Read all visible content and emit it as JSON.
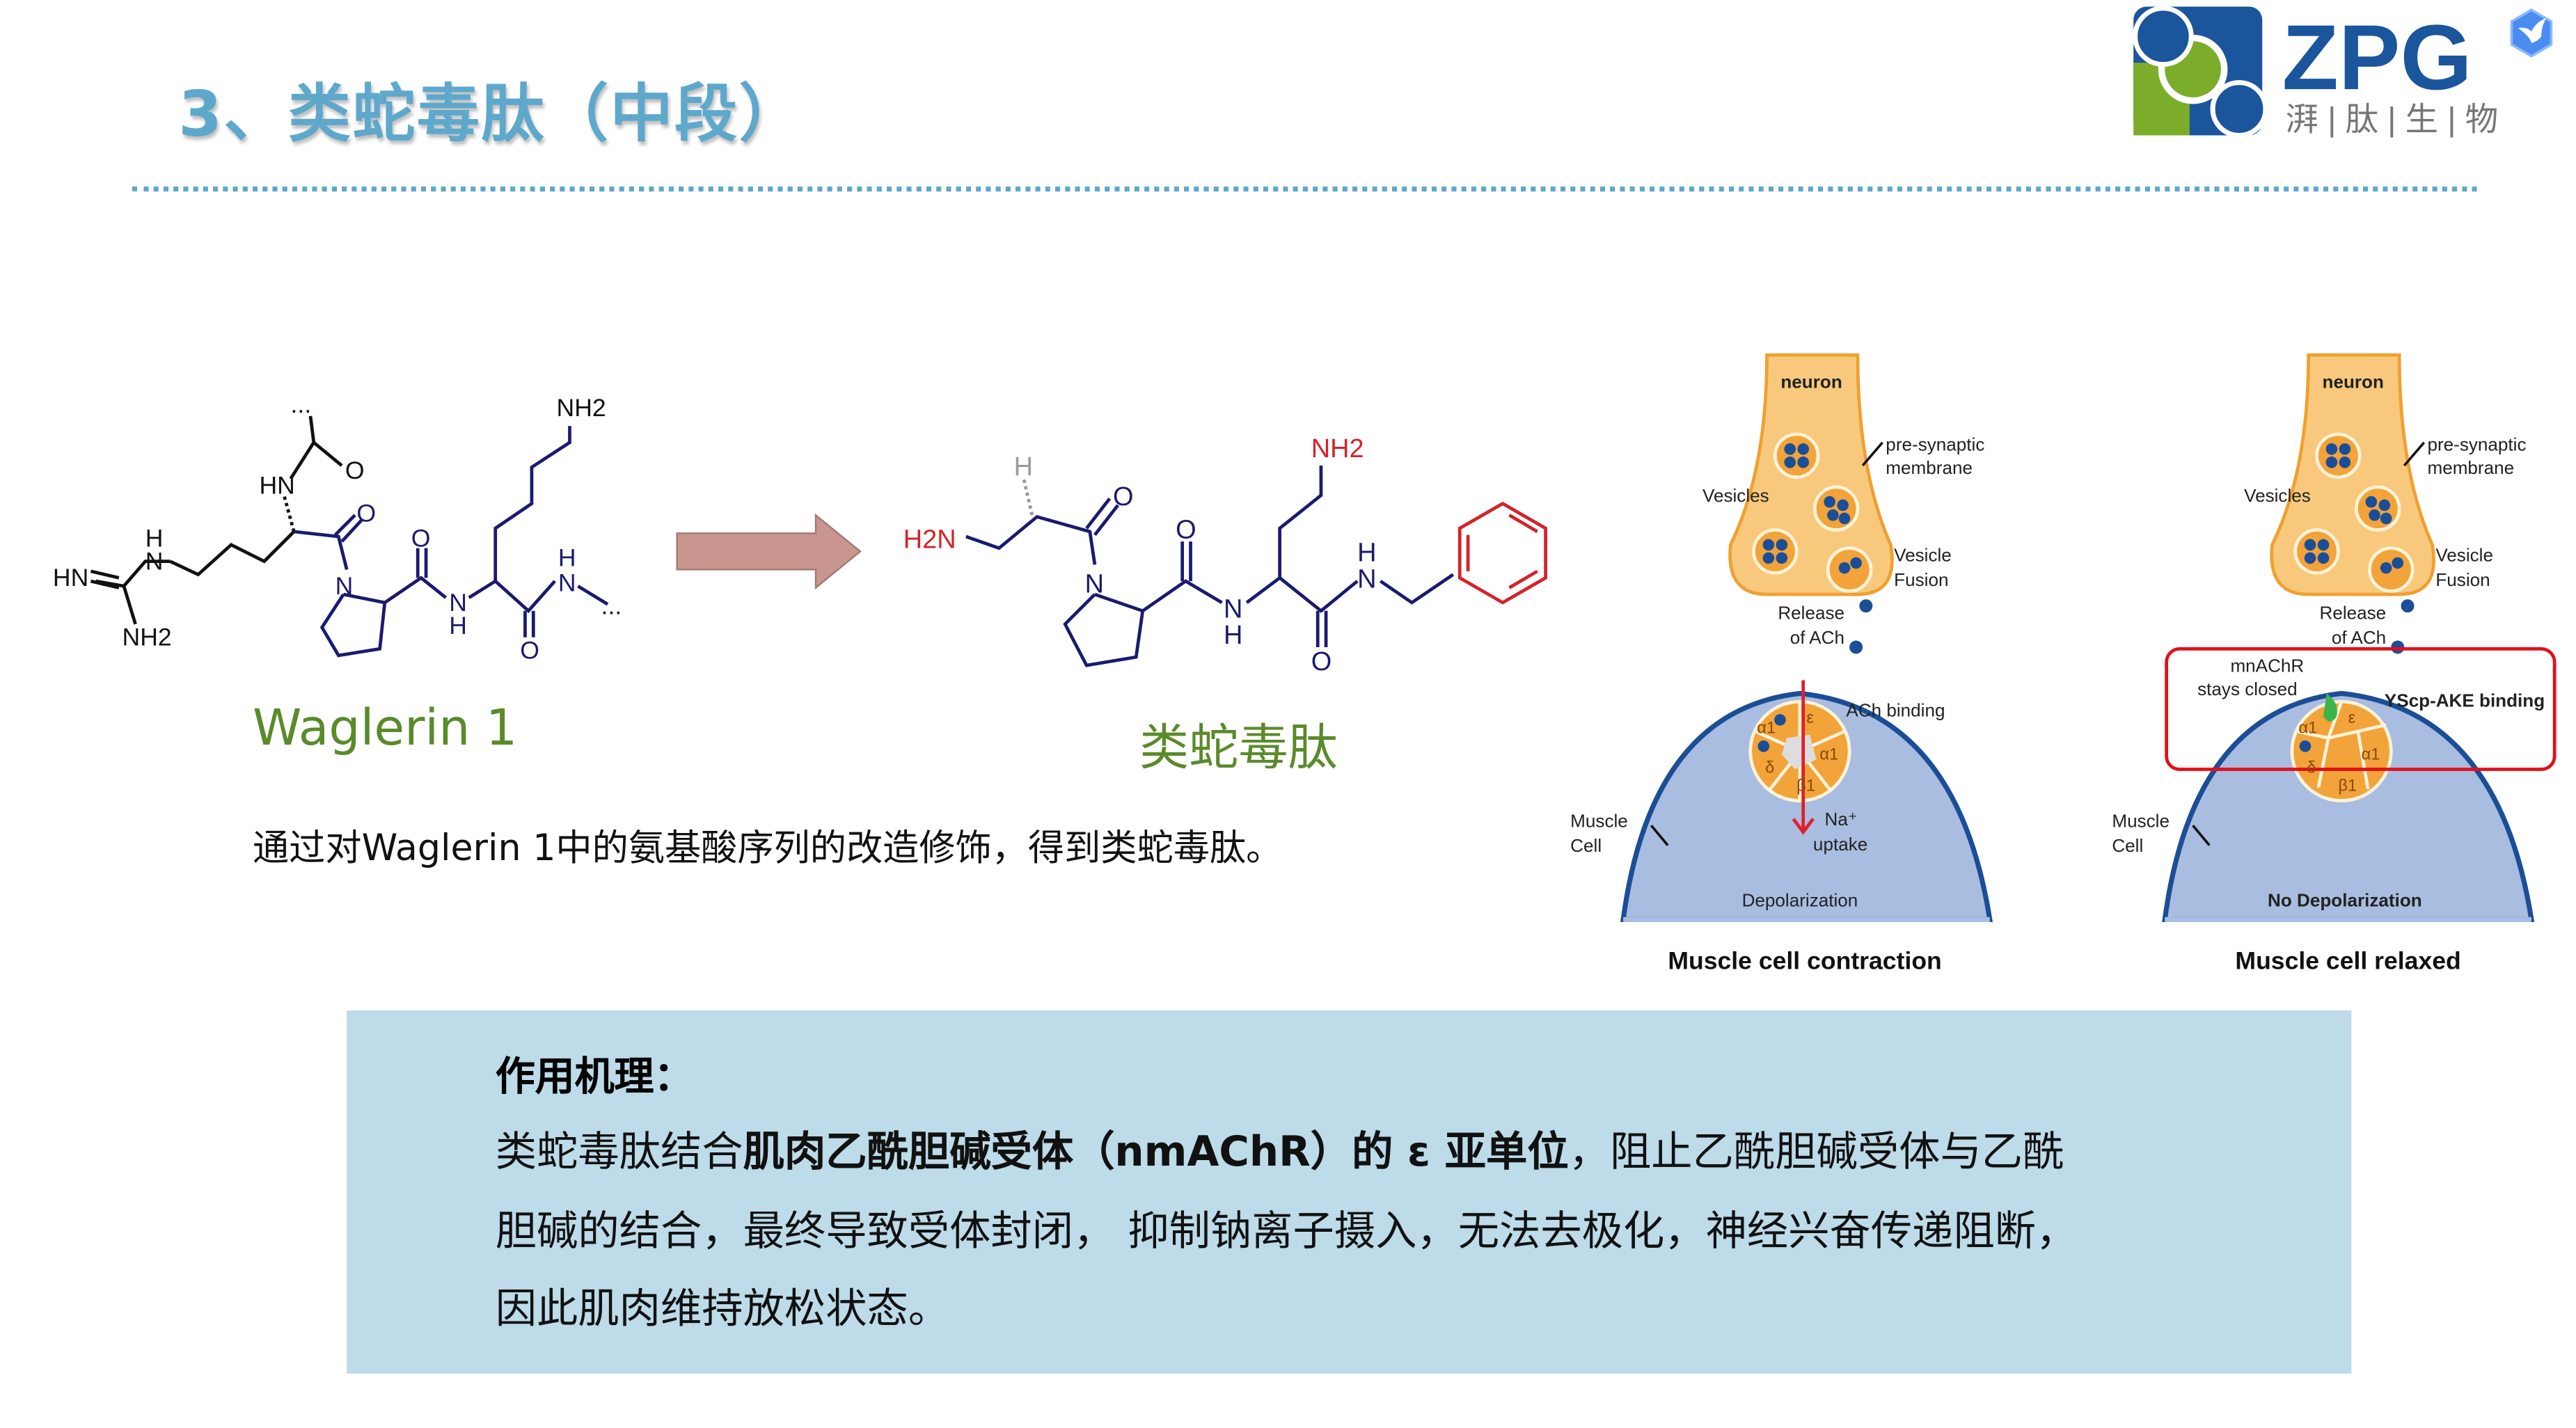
{
  "header": {
    "title": "3、类蛇毒肽（中段）",
    "logo": {
      "text": "ZPG",
      "subtitle": "湃 | 肽 | 生 | 物"
    }
  },
  "colors": {
    "title": "#5ea8cc",
    "green_label": "#5a8a2a",
    "box_bg": "#bddbe9",
    "arrow": "#c8968f",
    "bond": "#1a1a6e",
    "highlight": "#d2232a"
  },
  "structures": {
    "waglerin": {
      "name": "Waglerin 1",
      "atoms": [
        "HN",
        "NH2",
        "H",
        "N",
        "HN",
        "O",
        "...",
        "O",
        "N",
        "O",
        "H",
        "N",
        "O",
        "NH2",
        "H",
        "N",
        "..."
      ]
    },
    "analog": {
      "name": "类蛇毒肽",
      "atoms": [
        "H2N",
        "H",
        "O",
        "N",
        "O",
        "H",
        "N",
        "O",
        "NH2",
        "H",
        "N"
      ]
    }
  },
  "description": "通过对Waglerin 1中的氨基酸序列的改造修饰，得到类蛇毒肽。",
  "diagrams": [
    {
      "neuron": "neuron",
      "presynaptic": [
        "pre-synaptic",
        "membrane"
      ],
      "vesicles": "Vesicles",
      "fusion": [
        "Vesicle",
        "Fusion"
      ],
      "release": [
        "Release",
        "of ACh"
      ],
      "muscle": [
        "Muscle",
        "Cell"
      ],
      "binding": "ACh binding",
      "uptake": [
        "Na⁺",
        "uptake"
      ],
      "state": "Depolarization",
      "caption": "Muscle cell contraction",
      "subunits": [
        "α1",
        "ε",
        "α1",
        "δ",
        "β1"
      ]
    },
    {
      "neuron": "neuron",
      "presynaptic": [
        "pre-synaptic",
        "membrane"
      ],
      "vesicles": "Vesicles",
      "fusion": [
        "Vesicle",
        "Fusion"
      ],
      "release": [
        "Release",
        "of ACh"
      ],
      "muscle": [
        "Muscle",
        "Cell"
      ],
      "closed": [
        "mnAChR",
        "stays closed"
      ],
      "binding": "YScp-AKE binding",
      "state": "No Depolarization",
      "caption": "Muscle cell relaxed",
      "subunits": [
        "α1",
        "ε",
        "α1",
        "δ",
        "β1"
      ]
    }
  ],
  "mechanism": {
    "heading": "作用机理：",
    "line1": {
      "pre": "类蛇毒肽结合",
      "bold": "肌肉乙酰胆碱受体（nmAChR）的 ε 亚单位",
      "post": "，阻止乙酰胆碱受体与乙酰"
    },
    "line2": "胆碱的结合，最终导致受体封闭， 抑制钠离子摄入，无法去极化，神经兴奋传递阻断，",
    "line3": "因此肌肉维持放松状态。"
  }
}
